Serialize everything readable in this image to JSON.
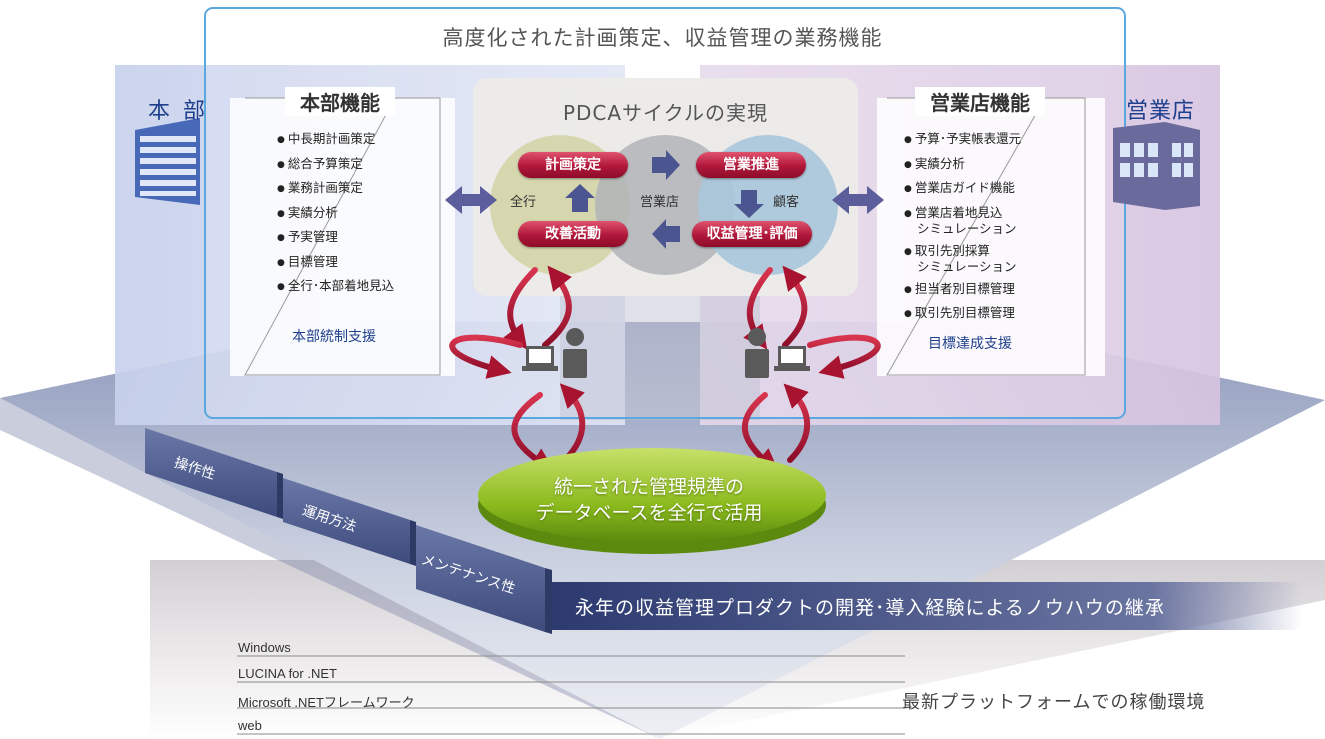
{
  "header": {
    "title": "高度化された計画策定、収益管理の業務機能"
  },
  "honbu": {
    "label": "本 部",
    "func_title": "本部機能",
    "items": [
      "中長期計画策定",
      "総合予算策定",
      "業務計画策定",
      "実績分析",
      "予実管理",
      "目標管理",
      "全行･本部着地見込"
    ],
    "support": "本部統制支援"
  },
  "branch": {
    "label": "営業店",
    "func_title": "営業店機能",
    "items": [
      {
        "l1": "予算･予実帳表還元",
        "l2": ""
      },
      {
        "l1": "実績分析",
        "l2": ""
      },
      {
        "l1": "営業店ガイド機能",
        "l2": ""
      },
      {
        "l1": "営業店着地見込",
        "l2": "シミュレーション"
      },
      {
        "l1": "取引先別採算",
        "l2": "シミュレーション"
      },
      {
        "l1": "担当者別目標管理",
        "l2": ""
      },
      {
        "l1": "取引先別目標管理",
        "l2": ""
      }
    ],
    "support": "目標達成支援"
  },
  "pdca": {
    "title": "PDCAサイクルの実現",
    "steps": {
      "plan": "計画策定",
      "do": "営業推進",
      "check": "収益管理･評価",
      "act": "改善活動"
    },
    "circles": {
      "left": "全行",
      "center": "営業店",
      "right": "顧客"
    }
  },
  "database": {
    "line1": "統一された管理規準の",
    "line2": "データベースを全行で活用"
  },
  "steps": [
    "操作性",
    "運用方法",
    "メンテナンス性"
  ],
  "banner": "永年の収益管理プロダクトの開発･導入経験によるノウハウの継承",
  "layers": [
    "Windows",
    "LUCINA for .NET",
    "Microsoft .NETフレームワーク",
    "web"
  ],
  "platform_label": "最新プラットフォームでの稼働環境",
  "colors": {
    "navy": "#1e3f8c",
    "accent_red": "#b0173a",
    "db_green": "#8cbb1e",
    "frame_blue": "#5aa8e0"
  }
}
